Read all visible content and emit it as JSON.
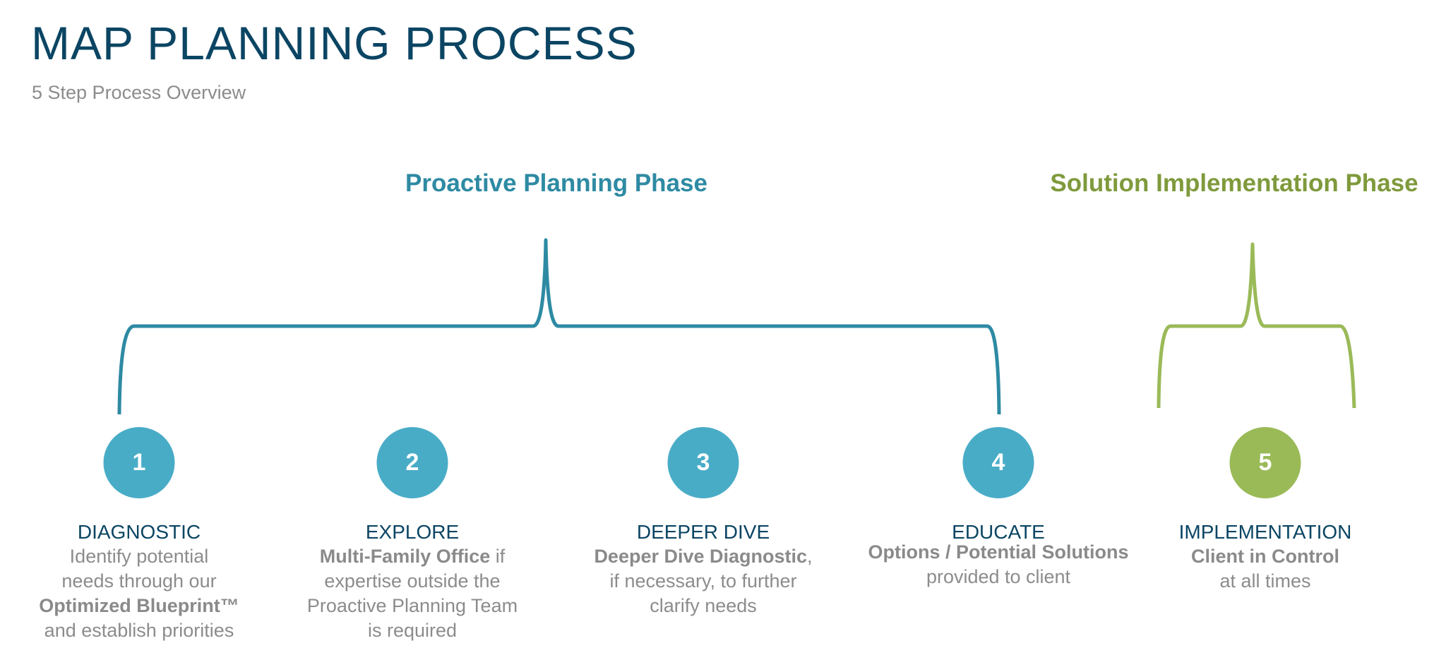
{
  "header": {
    "title": "MAP PLANNING PROCESS",
    "subtitle": "5 Step Process Overview"
  },
  "phases": [
    {
      "label": "Proactive Planning Phase",
      "color": "#2e8aa3"
    },
    {
      "label": "Solution Implementation Phase",
      "color": "#7f9a3c"
    }
  ],
  "steps": [
    {
      "number": "1",
      "name": "DIAGNOSTIC",
      "color": "#49acc7",
      "desc": {
        "l1": "Identify potential",
        "l2": "needs through our",
        "l3_bold": "Optimized Blueprint™",
        "l4": "and establish priorities"
      }
    },
    {
      "number": "2",
      "name": "EXPLORE",
      "color": "#49acc7",
      "desc": {
        "l1_bold": "Multi-Family Office",
        "l1_rest": " if",
        "l2": "expertise outside the",
        "l3": "Proactive Planning Team",
        "l4": "is required"
      }
    },
    {
      "number": "3",
      "name": "DEEPER DIVE",
      "color": "#49acc7",
      "desc": {
        "l1_bold": "Deeper Dive Diagnostic",
        "l1_rest": ",",
        "l2": "if necessary, to further",
        "l3": "clarify needs"
      }
    },
    {
      "number": "4",
      "name": "EDUCATE",
      "color": "#49acc7",
      "desc": {
        "l1_bold": "Options / Potential Solutions",
        "l2": "provided to client"
      }
    },
    {
      "number": "5",
      "name": "IMPLEMENTATION",
      "color": "#9aba58",
      "desc": {
        "l1_bold": "Client in Control",
        "l2": "at all times"
      }
    }
  ]
}
